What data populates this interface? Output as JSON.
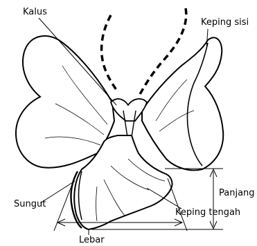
{
  "labels": {
    "kalus": "Kalus",
    "keping_sisi": "Keping sisi",
    "panjang": "Panjang",
    "keping_tengah": "Keping tengah",
    "sungut": "Sungut",
    "lebar": "Lebar"
  },
  "colors": {
    "ink": "#000000",
    "background": "#ffffff"
  }
}
